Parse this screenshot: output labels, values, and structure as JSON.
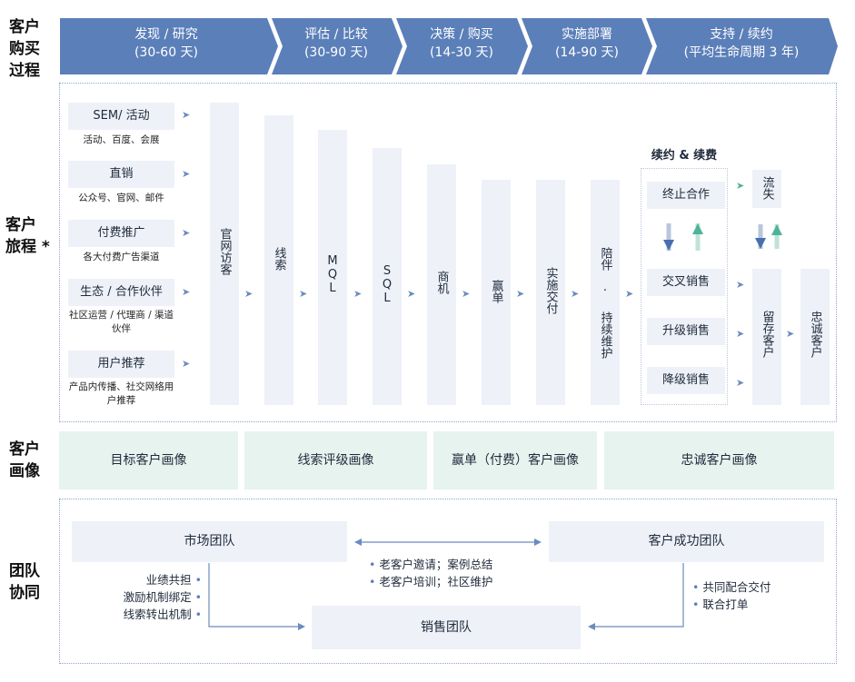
{
  "row_labels": {
    "purchase": [
      "客户",
      "购买",
      "过程"
    ],
    "journey": [
      "客户",
      "旅程 *"
    ],
    "persona": [
      "客户",
      "画像"
    ],
    "team": [
      "团队",
      "协同"
    ]
  },
  "stages": [
    {
      "name": "发现 / 研究",
      "duration": "(30-60 天)"
    },
    {
      "name": "评估 / 比较",
      "duration": "(30-90 天)"
    },
    {
      "name": "决策 / 购买",
      "duration": "(14-30 天)"
    },
    {
      "name": "实施部署",
      "duration": "(14-90 天)"
    },
    {
      "name": "支持 / 续约",
      "duration": "(平均生命周期 3 年)"
    }
  ],
  "channels": [
    {
      "title": "SEM/ 活动",
      "desc": "活动、百度、会展"
    },
    {
      "title": "直销",
      "desc": "公众号、官网、邮件"
    },
    {
      "title": "付费推广",
      "desc": "各大付费广告渠道"
    },
    {
      "title": "生态 / 合作伙伴",
      "desc": "社区运营 / 代理商 / 渠道伙伴"
    },
    {
      "title": "用户推荐",
      "desc": "产品内传播、社交网络用户推荐"
    }
  ],
  "journey_steps": [
    "官网访客",
    "线索",
    "MQL",
    "SQL",
    "商机",
    "赢单",
    "实施交付",
    "陪伴 · 持续维护"
  ],
  "renewal": {
    "title": "续约 & 续费",
    "items": [
      "终止合作",
      "交叉销售",
      "升级销售",
      "降级销售"
    ]
  },
  "outcomes": {
    "churn": "流失",
    "retain": "留存客户",
    "loyal": "忠诚客户"
  },
  "personas": [
    "目标客户画像",
    "线索评级画像",
    "赢单（付费）客户画像",
    "忠诚客户画像"
  ],
  "team": {
    "marketing": "市场团队",
    "success": "客户成功团队",
    "sales": "销售团队",
    "shared": [
      "老客户邀请；案例总结",
      "老客户培训；社区维护"
    ],
    "marketing_items": [
      "业绩共担",
      "激励机制绑定",
      "线索转出机制"
    ],
    "success_items": [
      "共同配合交付",
      "联合打单"
    ]
  },
  "colors": {
    "banner": "#5b7fb9",
    "box": "#eef1f8",
    "persona": "#e6f3ef",
    "arrow": "#6b8bbf",
    "teal": "#4fb39a"
  }
}
